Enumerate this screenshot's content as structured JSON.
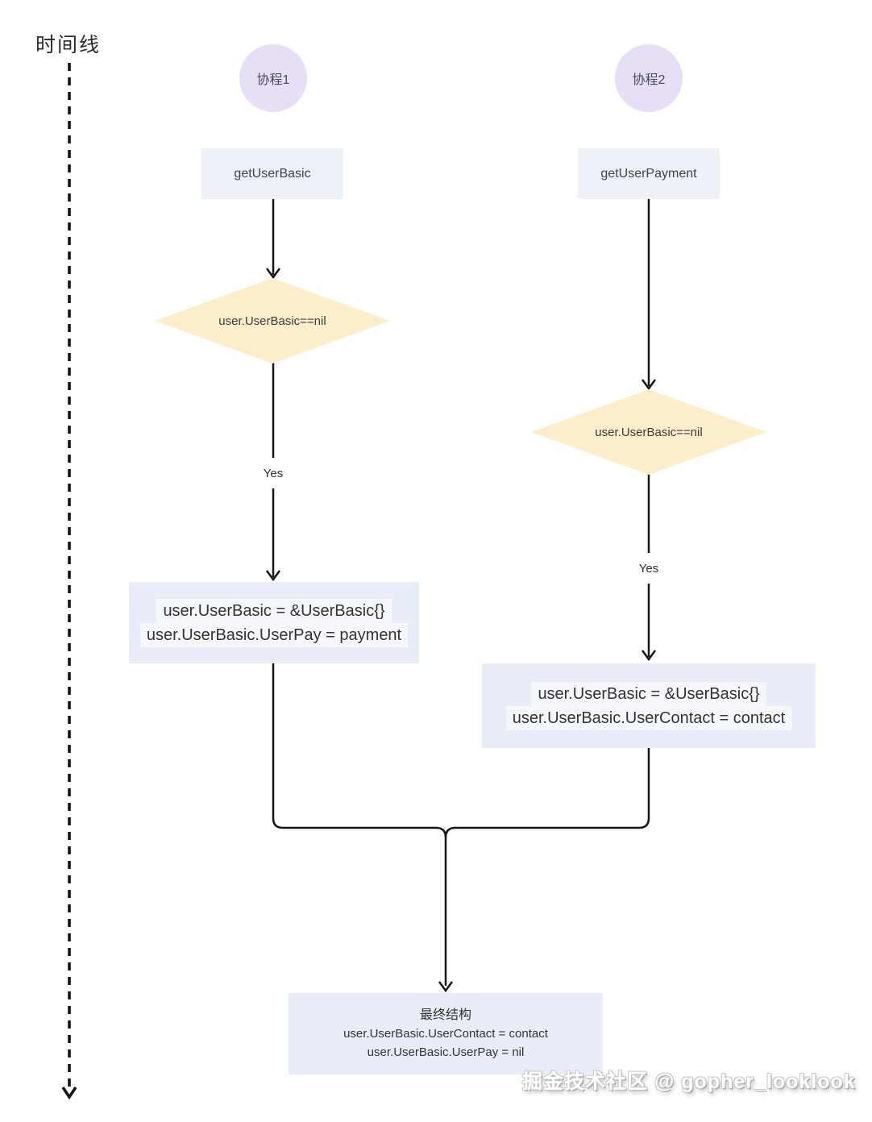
{
  "timeline": {
    "label": "时间线"
  },
  "lanes": [
    {
      "circle_label": "协程1",
      "task_label": "getUserBasic",
      "decision_label": "user.UserBasic==nil",
      "branch_label": "Yes",
      "action_lines": [
        "user.UserBasic = &UserBasic{}",
        "user.UserBasic.UserPay = payment"
      ]
    },
    {
      "circle_label": "协程2",
      "task_label": "getUserPayment",
      "decision_label": "user.UserBasic==nil",
      "branch_label": "Yes",
      "action_lines": [
        "user.UserBasic = &UserBasic{}",
        "user.UserBasic.UserContact = contact"
      ]
    }
  ],
  "result": {
    "title": "最终结构",
    "lines": [
      "user.UserBasic.UserContact = contact",
      "user.UserBasic.UserPay = nil"
    ]
  },
  "watermark": {
    "text": "掘金技术社区 @ gopher_looklook"
  },
  "colors": {
    "circle_fill": "#e6dff5",
    "task_fill": "#eef1f8",
    "action_fill": "#e9edf7",
    "diamond_fill": "#fceecb",
    "line": "#161616",
    "text": "#333333"
  }
}
